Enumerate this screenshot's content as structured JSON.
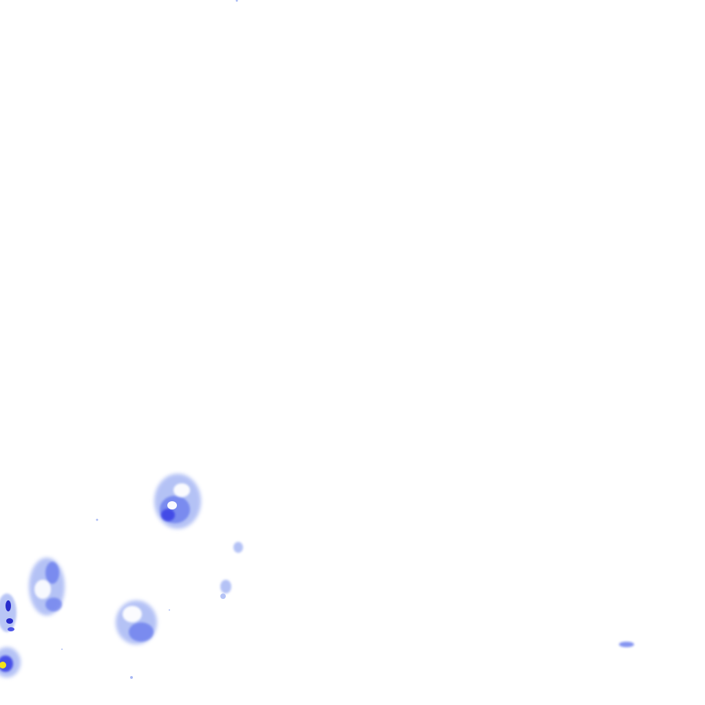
{
  "map": {
    "layer": "precipitation-radar-overlay",
    "background_color": "#ffffff",
    "intensity_palette": {
      "very_light": "#dbe4fb",
      "light": "#a8b8f4",
      "moderate": "#6f82ee",
      "heavy": "#3c44e6",
      "very_heavy": "#1a1cc8",
      "extreme_core": "#f3e21a"
    },
    "echo_cells": [
      {
        "id": "cell-1",
        "intensity": "heavy"
      },
      {
        "id": "cell-2",
        "intensity": "heavy"
      },
      {
        "id": "cell-3",
        "intensity": "heavy"
      },
      {
        "id": "cell-4",
        "intensity": "very_heavy"
      },
      {
        "id": "cell-5",
        "intensity": "extreme_core"
      },
      {
        "id": "cell-6",
        "intensity": "light"
      },
      {
        "id": "cell-7",
        "intensity": "light"
      },
      {
        "id": "cell-8",
        "intensity": "moderate"
      }
    ]
  }
}
